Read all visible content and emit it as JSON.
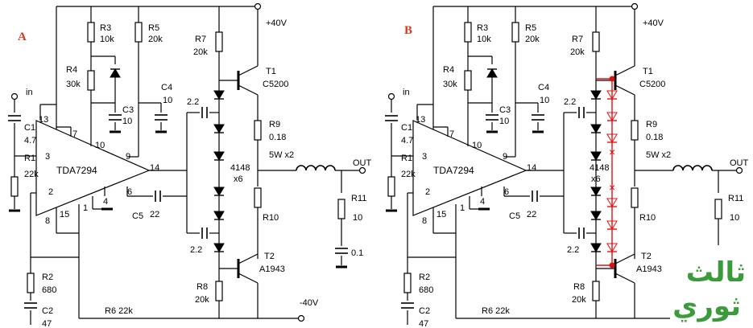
{
  "panels": [
    {
      "label": "A"
    },
    {
      "label": "B"
    }
  ],
  "labels": {
    "pos_supply": "+40V",
    "neg_supply": "-40V",
    "in": "in",
    "out": "OUT",
    "chip": "TDA7294",
    "R1_name": "R1",
    "R1_val": "22k",
    "R2_name": "R2",
    "R2_val": "680",
    "R3_name": "R3",
    "R3_val": "10k",
    "R4_name": "R4",
    "R4_val": "30k",
    "R5_name": "R5",
    "R5_val": "20k",
    "R6": "R6   22k",
    "R7_name": "R7",
    "R7_val": "20k",
    "R8_name": "R8",
    "R8_val": "20k",
    "R9_name": "R9",
    "R9_val": "0.18",
    "R9_pow": "5W x2",
    "R10": "R10",
    "R11_name": "R11",
    "R11_val": "10",
    "C1_name": "C1",
    "C1_val": "4.7",
    "C2_name": "C2",
    "C2_val": "47",
    "C3_name": "C3",
    "C3_val": "10",
    "C4_name": "C4",
    "C4_val": "10",
    "C5": "C5",
    "C5_val": "22",
    "cap_upper": "2.2",
    "cap_lower": "2.2",
    "cap_out": "0.1",
    "diode_name": "4148",
    "diode_count": "x6",
    "T1_name": "T1",
    "T1_part": "C5200",
    "T2_name": "T2",
    "T2_part": "A1943",
    "pin3": "3",
    "pin2": "2",
    "pin4": "4",
    "pin6": "6",
    "pin7": "7",
    "pin8": "8",
    "pin9": "9",
    "pin10": "10",
    "pin13": "13",
    "pin14": "14",
    "pin15": "15",
    "pin1": "1"
  },
  "logo_text": "ثالث ثوري",
  "colors": {
    "panel_label": "#d4381c",
    "modification": "#e01010",
    "logo": "#3a9b3a"
  }
}
